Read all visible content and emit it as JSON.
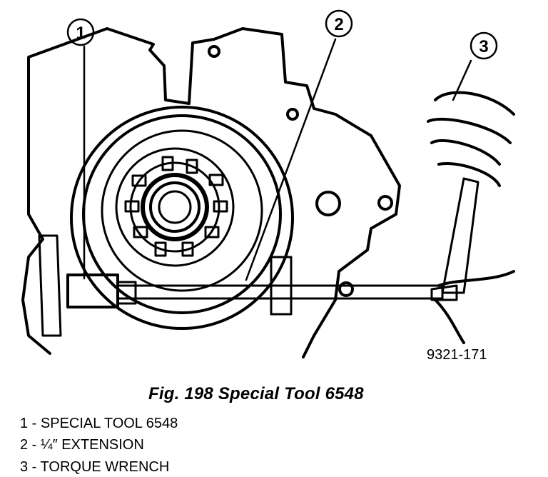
{
  "figure": {
    "callouts": [
      "1",
      "2",
      "3"
    ],
    "reference_number": "9321-171"
  },
  "caption": "Fig. 198 Special Tool 6548",
  "legend": [
    "1 - SPECIAL TOOL 6548",
    "2 - ¼″ EXTENSION",
    "3 - TORQUE WRENCH"
  ]
}
